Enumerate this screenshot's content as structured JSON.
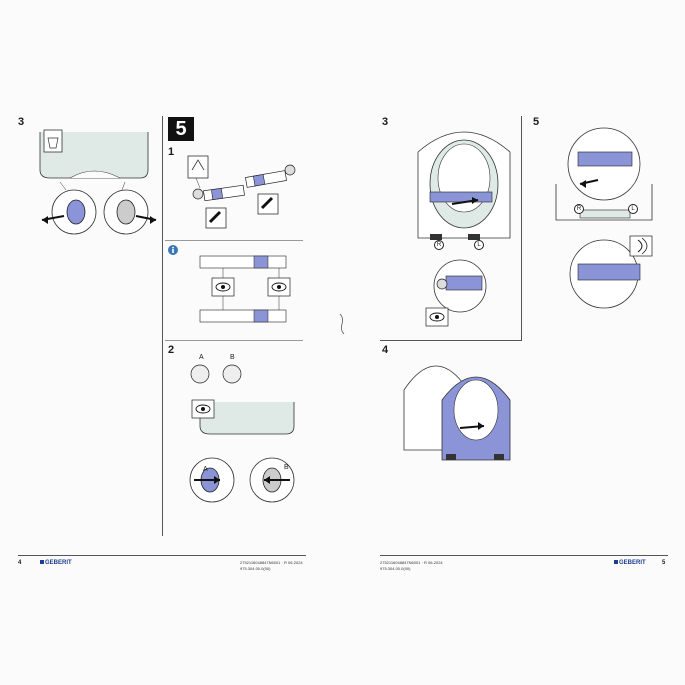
{
  "left_page": {
    "step3": "3",
    "big_step": "5",
    "sub1": "1",
    "sub2": "2",
    "label_a": "A",
    "label_b": "B",
    "label_a2": "A",
    "label_b2": "B",
    "page_number": "4",
    "logo": "GEBERIT",
    "footer_line1": "2752116048847N6001 · R 06-2024",
    "footer_line2": "975.304.00.0(00)"
  },
  "right_page": {
    "step3": "3",
    "step4": "4",
    "step5": "5",
    "r_label": "R",
    "l_label": "L",
    "r_label2": "R",
    "l_label2": "L",
    "page_number": "5",
    "logo": "GEBERIT",
    "footer_line1": "2752116048847N6001 · R 06-2024",
    "footer_line2": "975.304.00.0(00)"
  },
  "colors": {
    "accent_blue": "#8a94d6",
    "seat_green": "#dfe9e6",
    "info_blue": "#3a78b5",
    "brand": "#1c3d8f"
  }
}
